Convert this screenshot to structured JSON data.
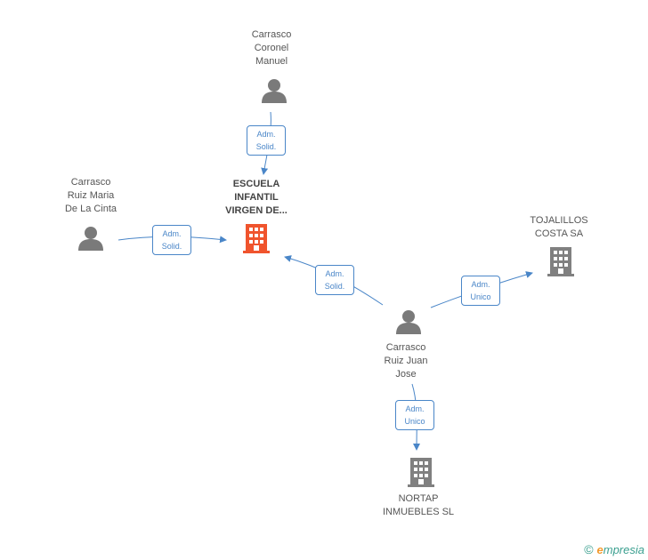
{
  "colors": {
    "edge": "#4a86c8",
    "person": "#7a7a7a",
    "company": "#808080",
    "focus_company": "#f0542d"
  },
  "nodes": {
    "carrasco_coronel": {
      "label": [
        "Carrasco",
        "Coronel",
        "Manuel"
      ],
      "icon": "person-icon"
    },
    "carrasco_ruiz_maria": {
      "label": [
        "Carrasco",
        "Ruiz Maria",
        "De La Cinta"
      ],
      "icon": "person-icon"
    },
    "escuela": {
      "label": [
        "ESCUELA",
        "INFANTIL",
        "VIRGEN DE..."
      ],
      "icon": "building-icon"
    },
    "tojalillos": {
      "label": [
        "TOJALILLOS",
        "COSTA SA"
      ],
      "icon": "building-icon"
    },
    "carrasco_ruiz_juan": {
      "label": [
        "Carrasco",
        "Ruiz Juan",
        "Jose"
      ],
      "icon": "person-icon"
    },
    "nortap": {
      "label": [
        "NORTAP",
        "INMUEBLES SL"
      ],
      "icon": "building-icon"
    }
  },
  "edges": [
    {
      "role": [
        "Adm.",
        "Solid."
      ]
    },
    {
      "role": [
        "Adm.",
        "Solid."
      ]
    },
    {
      "role": [
        "Adm.",
        "Solid."
      ]
    },
    {
      "role": [
        "Adm.",
        "Unico"
      ]
    },
    {
      "role": [
        "Adm.",
        "Unico"
      ]
    }
  ],
  "branding": {
    "copyright": "©",
    "logo_first": "e",
    "logo_rest": "mpresia"
  }
}
